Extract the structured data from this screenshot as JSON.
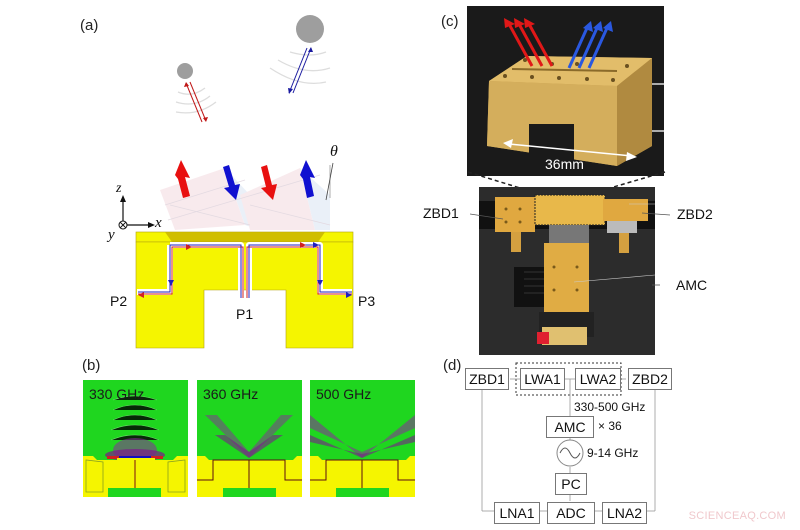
{
  "figure": {
    "panels": {
      "a": {
        "label": "(a)",
        "theta": "θ",
        "axes": {
          "z": "z",
          "x": "x",
          "y": "y"
        },
        "ports": {
          "p1": "P1",
          "p2": "P2",
          "p3": "P3"
        },
        "colors": {
          "gold": "#f5f500",
          "red": "#e81010",
          "blue": "#1010d0",
          "target": "#9e9e9e"
        }
      },
      "b": {
        "label": "(b)",
        "simulations": [
          {
            "label": "330 GHz"
          },
          {
            "label": "360 GHz"
          },
          {
            "label": "500 GHz"
          }
        ],
        "colors": {
          "background": "#1fd61f",
          "metal": "#f5f500",
          "beam": "#8a2a9a"
        }
      },
      "c": {
        "label": "(c)",
        "dimension": "36mm",
        "callouts": {
          "zbd1": "ZBD1",
          "zbd2": "ZBD2",
          "amc": "AMC"
        }
      },
      "d": {
        "label": "(d)",
        "blocks": {
          "zbd1": "ZBD1",
          "lwa1": "LWA1",
          "lwa2": "LWA2",
          "zbd2": "ZBD2",
          "amc": "AMC",
          "pc": "PC",
          "lna1": "LNA1",
          "adc": "ADC",
          "lna2": "LNA2"
        },
        "annotations": {
          "band": "330-500 GHz",
          "multiplier": "× 36",
          "source": "9-14 GHz"
        }
      }
    },
    "watermark": "SCIENCEAQ.COM"
  }
}
